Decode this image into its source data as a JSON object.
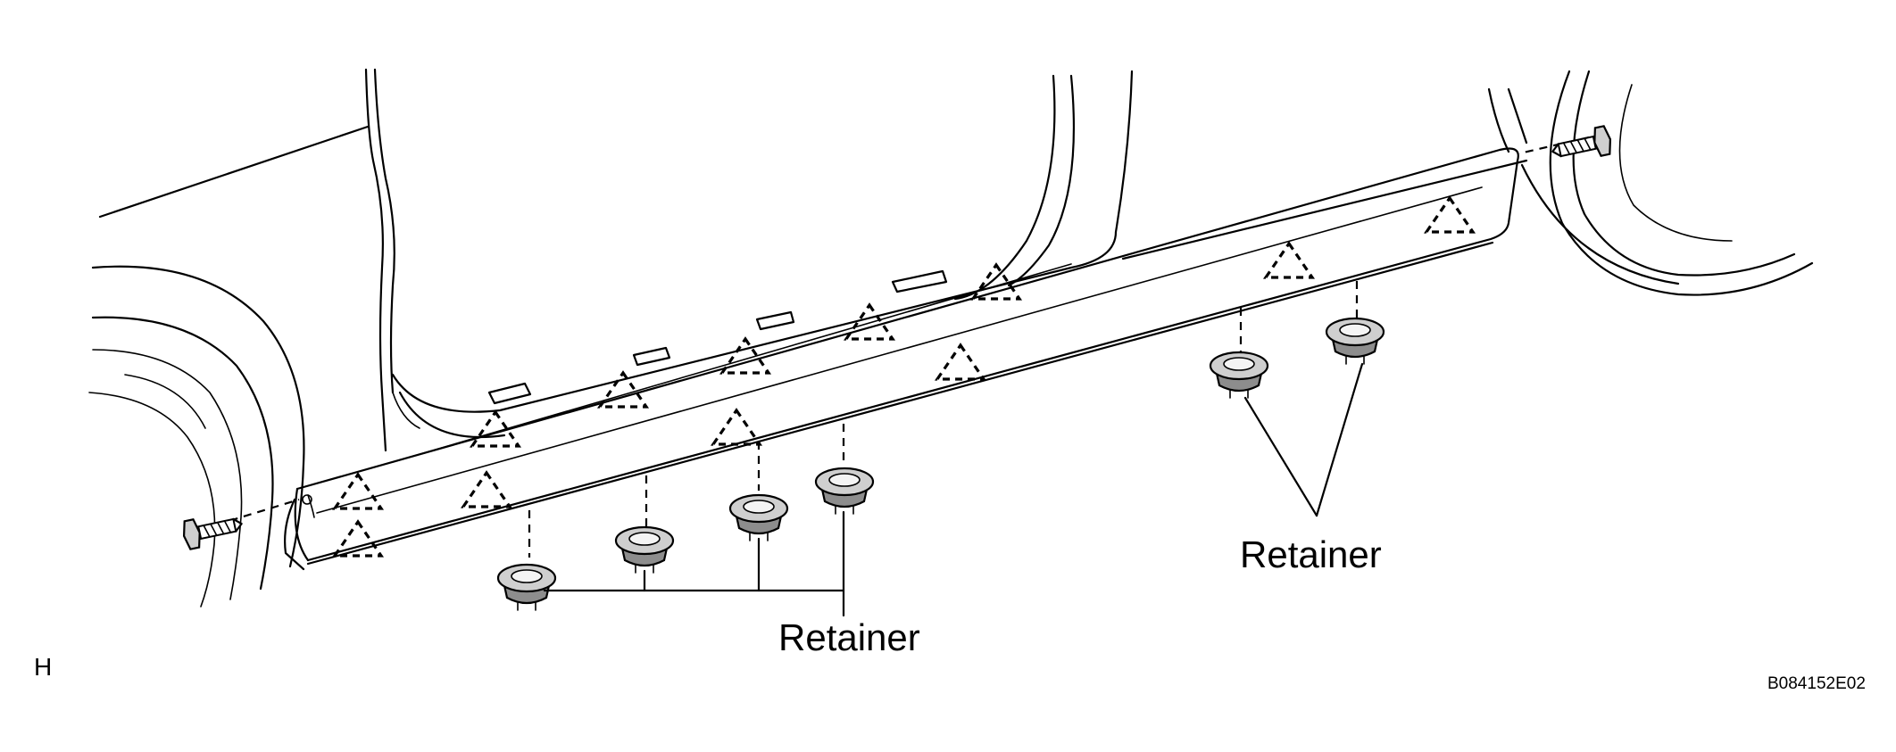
{
  "labels": {
    "retainer_group_1": "Retainer",
    "retainer_group_2": "Retainer",
    "view_letter": "H",
    "figure_code": "B084152E02"
  },
  "icons": [
    "screw-icon",
    "retainer-clip-icon",
    "clip-position-triangle-icon"
  ],
  "colors": {
    "ink": "#000000",
    "background": "#ffffff",
    "clip_fill": "#8d8d8d"
  }
}
